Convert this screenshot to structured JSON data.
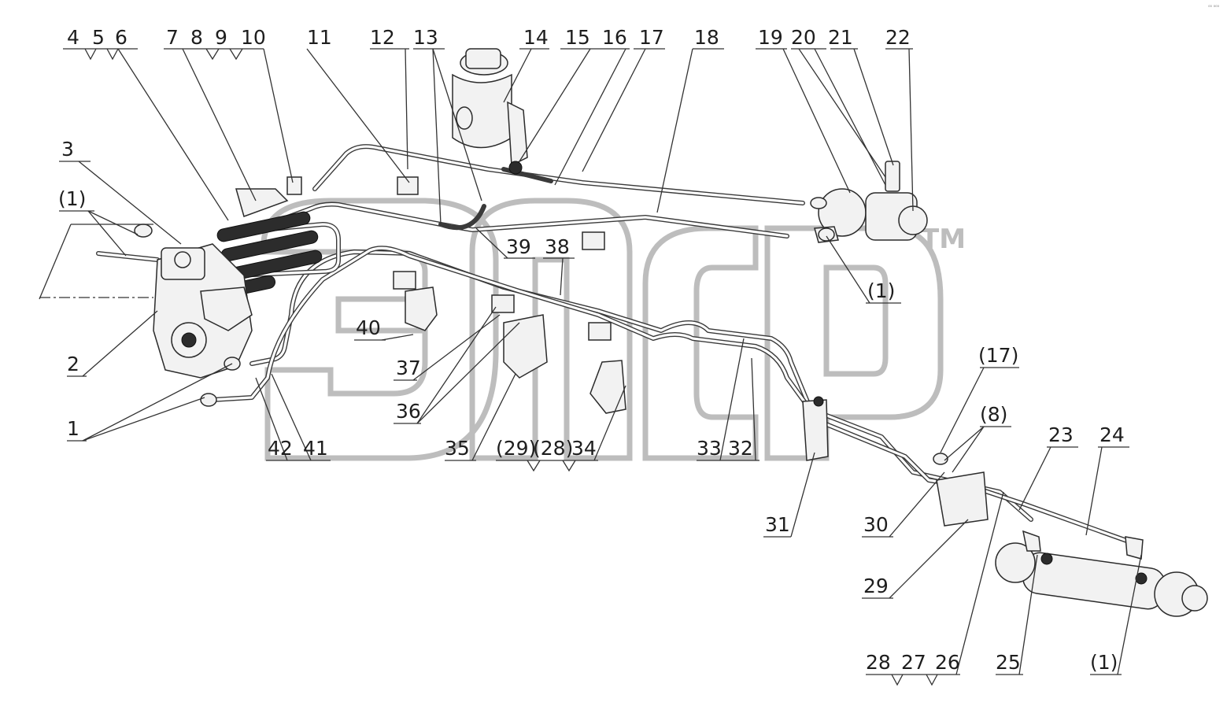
{
  "callouts": [
    {
      "id": "l-4",
      "text": "4"
    },
    {
      "id": "l-5",
      "text": "5"
    },
    {
      "id": "l-6",
      "text": "6"
    },
    {
      "id": "l-7",
      "text": "7"
    },
    {
      "id": "l-8",
      "text": "8"
    },
    {
      "id": "l-9",
      "text": "9"
    },
    {
      "id": "l-10",
      "text": "10"
    },
    {
      "id": "l-11",
      "text": "11"
    },
    {
      "id": "l-12",
      "text": "12"
    },
    {
      "id": "l-13",
      "text": "13"
    },
    {
      "id": "l-14",
      "text": "14"
    },
    {
      "id": "l-15",
      "text": "15"
    },
    {
      "id": "l-16",
      "text": "16"
    },
    {
      "id": "l-17",
      "text": "17"
    },
    {
      "id": "l-18",
      "text": "18"
    },
    {
      "id": "l-19",
      "text": "19"
    },
    {
      "id": "l-20",
      "text": "20"
    },
    {
      "id": "l-21",
      "text": "21"
    },
    {
      "id": "l-22",
      "text": "22"
    },
    {
      "id": "l-3",
      "text": "3"
    },
    {
      "id": "l-1a",
      "text": "(1)"
    },
    {
      "id": "l-2",
      "text": "2"
    },
    {
      "id": "l-1",
      "text": "1"
    },
    {
      "id": "l-42",
      "text": "42"
    },
    {
      "id": "l-41",
      "text": "41"
    },
    {
      "id": "l-40",
      "text": "40"
    },
    {
      "id": "l-39",
      "text": "39"
    },
    {
      "id": "l-38",
      "text": "38"
    },
    {
      "id": "l-37",
      "text": "37"
    },
    {
      "id": "l-36",
      "text": "36"
    },
    {
      "id": "l-35",
      "text": "35"
    },
    {
      "id": "l-29b",
      "text": "(29)"
    },
    {
      "id": "l-28b",
      "text": "(28)"
    },
    {
      "id": "l-34",
      "text": "34"
    },
    {
      "id": "l-33",
      "text": "33"
    },
    {
      "id": "l-32",
      "text": "32"
    },
    {
      "id": "l-31",
      "text": "31"
    },
    {
      "id": "l-1b",
      "text": "(1)"
    },
    {
      "id": "l-17b",
      "text": "(17)"
    },
    {
      "id": "l-8b",
      "text": "(8)"
    },
    {
      "id": "l-30",
      "text": "30"
    },
    {
      "id": "l-23",
      "text": "23"
    },
    {
      "id": "l-24",
      "text": "24"
    },
    {
      "id": "l-29",
      "text": "29"
    },
    {
      "id": "l-28",
      "text": "28"
    },
    {
      "id": "l-27",
      "text": "27"
    },
    {
      "id": "l-26",
      "text": "26"
    },
    {
      "id": "l-25",
      "text": "25"
    },
    {
      "id": "l-1c",
      "text": "(1)"
    }
  ],
  "watermark": {
    "tm": "TM"
  },
  "corner_mark": "⁰⁰ ⁰⁰⁰"
}
